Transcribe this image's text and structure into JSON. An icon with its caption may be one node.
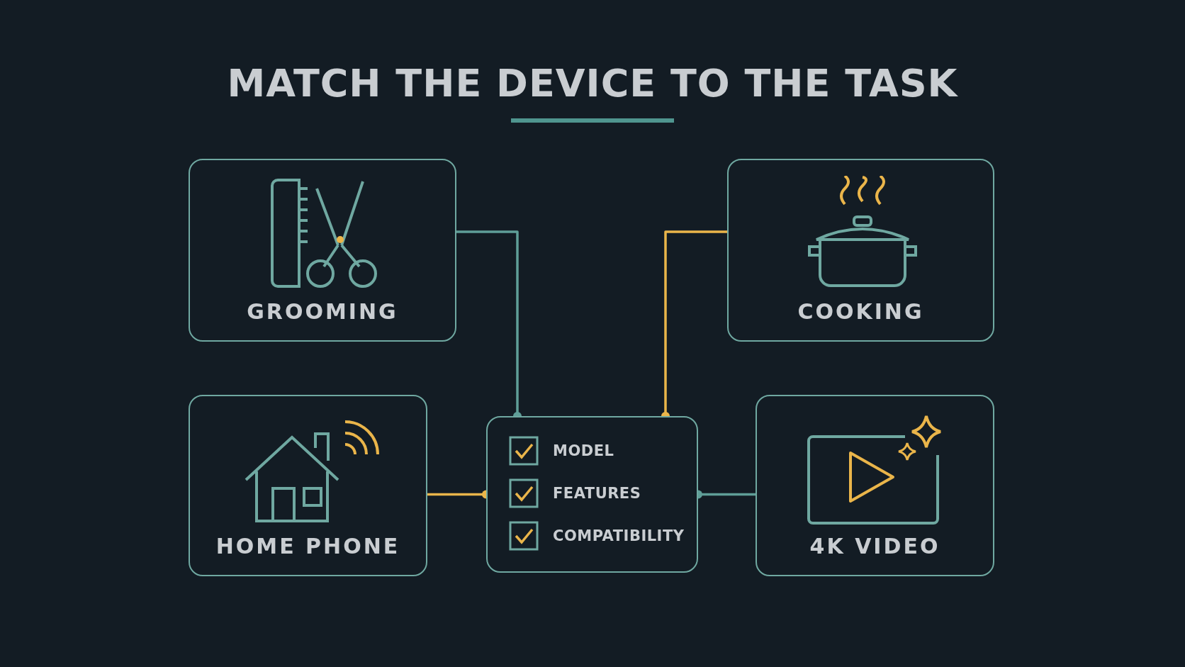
{
  "diagram": {
    "title": "MATCH THE DEVICE TO THE TASK",
    "nodes": [
      {
        "text": [
          "GROOMING"
        ]
      },
      {
        "text": [
          "COOKING"
        ]
      },
      {
        "text": [
          "HOME PHONE"
        ]
      },
      {
        "text": [
          "MODEL",
          "FEATURES",
          "COMPATIBILITY"
        ]
      },
      {
        "text": [
          "4K VIDEO"
        ]
      }
    ],
    "edges": [
      {
        "from": 0,
        "to": 3,
        "arrow": "other",
        "color": "#5f9e98"
      },
      {
        "from": 1,
        "to": 3,
        "arrow": "other",
        "color": "#eab54a"
      },
      {
        "from": 2,
        "to": 3,
        "arrow": "other",
        "color": "#eab54a"
      },
      {
        "from": 4,
        "to": 3,
        "arrow": "other",
        "color": "#5f9e98"
      }
    ]
  }
}
